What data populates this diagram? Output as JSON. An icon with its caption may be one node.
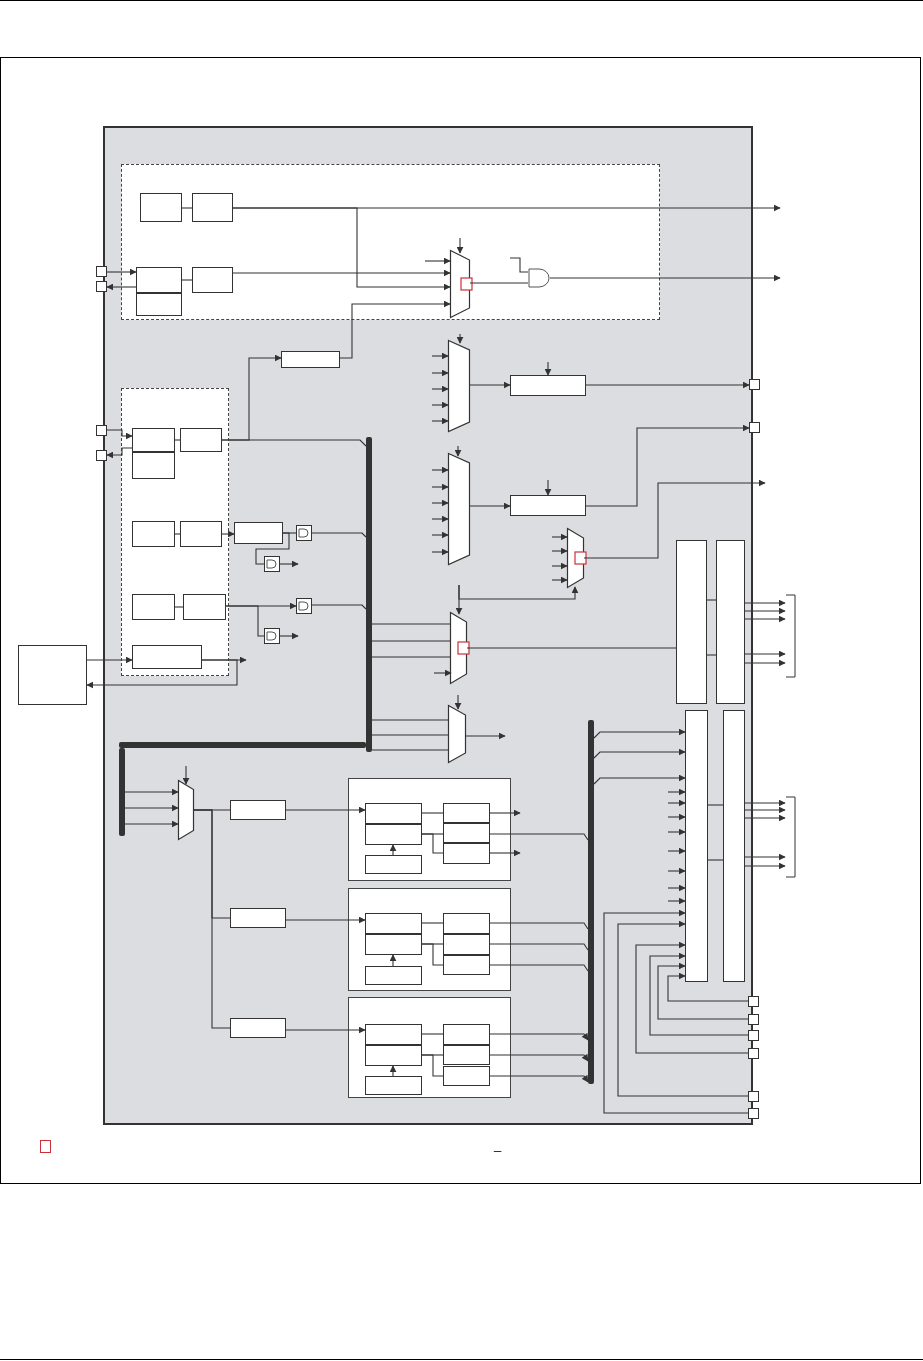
{
  "diagram": {
    "nodes": [
      {
        "text": [],
        "shape": "box"
      },
      {
        "text": [],
        "shape": "box",
        "in": 0
      },
      {
        "text": [],
        "shape": "box",
        "in": 1
      },
      {
        "text": [],
        "shape": "box",
        "in": 1
      },
      {
        "text": [],
        "shape": "box",
        "in": 1
      },
      {
        "text": [],
        "shape": "box",
        "in": 1
      },
      {
        "text": [],
        "shape": "box",
        "in": 1
      },
      {
        "text": [],
        "shape": "trapezoid",
        "in": 1
      },
      {
        "text": [],
        "shape": "gate",
        "in": 1
      },
      {
        "text": [],
        "shape": "box"
      },
      {
        "text": [],
        "shape": "box"
      },
      {
        "text": [],
        "shape": "box",
        "in": 0
      },
      {
        "text": [],
        "shape": "box",
        "in": 0
      },
      {
        "text": [],
        "shape": "box",
        "in": 12
      },
      {
        "text": [],
        "shape": "box",
        "in": 12
      },
      {
        "text": [],
        "shape": "box",
        "in": 12
      },
      {
        "text": [],
        "shape": "box",
        "in": 12
      },
      {
        "text": [],
        "shape": "box",
        "in": 12
      },
      {
        "text": [],
        "shape": "box",
        "in": 12
      },
      {
        "text": [],
        "shape": "box",
        "in": 12
      },
      {
        "text": [],
        "shape": "box",
        "in": 12
      },
      {
        "text": [],
        "shape": "box"
      },
      {
        "text": [],
        "shape": "box"
      },
      {
        "text": [],
        "shape": "box"
      },
      {
        "text": [],
        "shape": "box",
        "in": 0
      },
      {
        "text": [],
        "shape": "gate",
        "in": 0
      },
      {
        "text": [],
        "shape": "gate",
        "in": 0
      },
      {
        "text": [],
        "shape": "gate",
        "in": 0
      },
      {
        "text": [],
        "shape": "gate",
        "in": 0
      },
      {
        "text": [],
        "shape": "trapezoid",
        "in": 0
      },
      {
        "text": [],
        "shape": "box",
        "in": 0
      },
      {
        "text": [],
        "shape": "trapezoid",
        "in": 0
      },
      {
        "text": [],
        "shape": "box",
        "in": 0
      },
      {
        "text": [],
        "shape": "trapezoid",
        "in": 0
      },
      {
        "text": [],
        "shape": "trapezoid",
        "in": 0
      },
      {
        "text": [],
        "shape": "trapezoid",
        "in": 0
      },
      {
        "text": [],
        "shape": "box",
        "in": 0
      },
      {
        "text": [],
        "shape": "box",
        "in": 0
      },
      {
        "text": [],
        "shape": "box",
        "in": 0
      },
      {
        "text": [],
        "shape": "box",
        "in": 0
      },
      {
        "text": [],
        "shape": "box"
      },
      {
        "text": [],
        "shape": "box"
      },
      {
        "text": [],
        "shape": "trapezoid",
        "in": 0
      },
      {
        "text": [],
        "shape": "box",
        "in": 0
      },
      {
        "text": [],
        "shape": "box",
        "in": 0
      },
      {
        "text": [],
        "shape": "box",
        "in": 0
      },
      {
        "text": [],
        "shape": "box",
        "in": 0
      },
      {
        "text": [],
        "shape": "box",
        "in": 46
      },
      {
        "text": [],
        "shape": "box",
        "in": 46
      },
      {
        "text": [],
        "shape": "box",
        "in": 46
      },
      {
        "text": [],
        "shape": "box",
        "in": 46
      },
      {
        "text": [],
        "shape": "box",
        "in": 46
      },
      {
        "text": [],
        "shape": "box",
        "in": 46
      },
      {
        "text": [],
        "shape": "box",
        "in": 0
      },
      {
        "text": [],
        "shape": "box",
        "in": 53
      },
      {
        "text": [],
        "shape": "box",
        "in": 53
      },
      {
        "text": [],
        "shape": "box",
        "in": 53
      },
      {
        "text": [],
        "shape": "box",
        "in": 53
      },
      {
        "text": [],
        "shape": "box",
        "in": 53
      },
      {
        "text": [],
        "shape": "box",
        "in": 53
      },
      {
        "text": [],
        "shape": "box",
        "in": 0
      },
      {
        "text": [],
        "shape": "box",
        "in": 60
      },
      {
        "text": [],
        "shape": "box",
        "in": 60
      },
      {
        "text": [],
        "shape": "box",
        "in": 60
      },
      {
        "text": [],
        "shape": "box",
        "in": 60
      },
      {
        "text": [],
        "shape": "box",
        "in": 60
      },
      {
        "text": [],
        "shape": "box",
        "in": 60
      },
      {
        "text": [],
        "shape": "box"
      },
      {
        "text": [],
        "shape": "box"
      },
      {
        "text": [],
        "shape": "box"
      },
      {
        "text": [],
        "shape": "box"
      },
      {
        "text": [],
        "shape": "box"
      },
      {
        "text": [],
        "shape": "box"
      },
      {
        "text": [],
        "shape": "bar",
        "in": 0
      },
      {
        "text": [],
        "shape": "bar",
        "in": 0
      },
      {
        "text": [],
        "shape": "bar",
        "in": 0
      },
      {
        "text": [],
        "shape": "bar",
        "in": 0
      }
    ],
    "edges": [
      {
        "from": 2,
        "to": 3,
        "arrow": "none"
      },
      {
        "from": 3,
        "to": null,
        "arrow": "to"
      },
      {
        "from": 3,
        "to": 7,
        "arrow": "to"
      },
      {
        "from": 9,
        "to": 4,
        "arrow": "to"
      },
      {
        "from": 4,
        "to": 10,
        "arrow": "to"
      },
      {
        "from": 4,
        "to": 6,
        "arrow": "none"
      },
      {
        "from": 6,
        "to": 7,
        "arrow": "to"
      },
      {
        "from": null,
        "to": 7,
        "arrow": "to"
      },
      {
        "from": 11,
        "to": 7,
        "arrow": "to"
      },
      {
        "from": null,
        "to": 7,
        "arrow": "to"
      },
      {
        "from": 7,
        "to": 8,
        "arrow": "none"
      },
      {
        "from": null,
        "to": 8,
        "arrow": "none"
      },
      {
        "from": 8,
        "to": null,
        "arrow": "to"
      },
      {
        "from": 15,
        "to": 11,
        "arrow": "to"
      },
      {
        "from": 21,
        "to": 13,
        "arrow": "to"
      },
      {
        "from": 13,
        "to": 22,
        "arrow": "to"
      },
      {
        "from": 13,
        "to": 15,
        "arrow": "none"
      },
      {
        "from": 15,
        "to": 73,
        "arrow": "none"
      },
      {
        "from": 16,
        "to": 17,
        "arrow": "none"
      },
      {
        "from": 17,
        "to": 24,
        "arrow": "to"
      },
      {
        "from": 24,
        "to": 25,
        "arrow": "none"
      },
      {
        "from": 24,
        "to": 26,
        "arrow": "none"
      },
      {
        "from": 25,
        "to": 73,
        "arrow": "none"
      },
      {
        "from": 26,
        "to": null,
        "arrow": "to"
      },
      {
        "from": 18,
        "to": 19,
        "arrow": "none"
      },
      {
        "from": 19,
        "to": 27,
        "arrow": "to"
      },
      {
        "from": 19,
        "to": 28,
        "arrow": "none"
      },
      {
        "from": 27,
        "to": 73,
        "arrow": "none"
      },
      {
        "from": 28,
        "to": null,
        "arrow": "to"
      },
      {
        "from": 23,
        "to": 20,
        "arrow": "to"
      },
      {
        "from": 20,
        "to": null,
        "arrow": "to"
      },
      {
        "from": 20,
        "to": 23,
        "arrow": "to"
      },
      {
        "from": null,
        "to": 29,
        "arrow": "to"
      },
      {
        "from": null,
        "to": 29,
        "arrow": "to"
      },
      {
        "from": null,
        "to": 29,
        "arrow": "to"
      },
      {
        "from": null,
        "to": 29,
        "arrow": "to"
      },
      {
        "from": null,
        "to": 29,
        "arrow": "to"
      },
      {
        "from": null,
        "to": 29,
        "arrow": "to"
      },
      {
        "from": 29,
        "to": 30,
        "arrow": "to"
      },
      {
        "from": null,
        "to": 30,
        "arrow": "to"
      },
      {
        "from": 30,
        "to": 40,
        "arrow": "to"
      },
      {
        "from": null,
        "to": 31,
        "arrow": "to"
      },
      {
        "from": null,
        "to": 31,
        "arrow": "to"
      },
      {
        "from": null,
        "to": 31,
        "arrow": "to"
      },
      {
        "from": null,
        "to": 31,
        "arrow": "to"
      },
      {
        "from": null,
        "to": 31,
        "arrow": "to"
      },
      {
        "from": null,
        "to": 31,
        "arrow": "to"
      },
      {
        "from": null,
        "to": 31,
        "arrow": "to"
      },
      {
        "from": 31,
        "to": 32,
        "arrow": "to"
      },
      {
        "from": null,
        "to": 32,
        "arrow": "to"
      },
      {
        "from": 32,
        "to": 41,
        "arrow": "to"
      },
      {
        "from": null,
        "to": 33,
        "arrow": "to"
      },
      {
        "from": null,
        "to": 33,
        "arrow": "to"
      },
      {
        "from": null,
        "to": 33,
        "arrow": "to"
      },
      {
        "from": null,
        "to": 33,
        "arrow": "to"
      },
      {
        "from": 33,
        "to": null,
        "arrow": "to"
      },
      {
        "from": null,
        "to": 34,
        "arrow": "to"
      },
      {
        "from": null,
        "to": 33,
        "arrow": "to"
      },
      {
        "from": 73,
        "to": 34,
        "arrow": "none"
      },
      {
        "from": 73,
        "to": 34,
        "arrow": "none"
      },
      {
        "from": 73,
        "to": 34,
        "arrow": "none"
      },
      {
        "from": null,
        "to": 34,
        "arrow": "to"
      },
      {
        "from": 34,
        "to": 36,
        "arrow": "none"
      },
      {
        "from": 36,
        "to": 37,
        "arrow": "none"
      },
      {
        "from": 36,
        "to": 37,
        "arrow": "none"
      },
      {
        "from": 37,
        "to": null,
        "arrow": "to"
      },
      {
        "from": 37,
        "to": null,
        "arrow": "to"
      },
      {
        "from": 37,
        "to": null,
        "arrow": "to"
      },
      {
        "from": 37,
        "to": null,
        "arrow": "to"
      },
      {
        "from": 37,
        "to": null,
        "arrow": "to"
      },
      {
        "from": null,
        "to": 35,
        "arrow": "to"
      },
      {
        "from": 73,
        "to": 35,
        "arrow": "none"
      },
      {
        "from": 73,
        "to": 35,
        "arrow": "none"
      },
      {
        "from": 73,
        "to": 35,
        "arrow": "none"
      },
      {
        "from": 35,
        "to": null,
        "arrow": "to"
      },
      {
        "from": null,
        "to": 42,
        "arrow": "to"
      },
      {
        "from": 76,
        "to": 42,
        "arrow": "to"
      },
      {
        "from": 76,
        "to": 42,
        "arrow": "to"
      },
      {
        "from": 76,
        "to": 42,
        "arrow": "to"
      },
      {
        "from": 42,
        "to": 43,
        "arrow": "none"
      },
      {
        "from": 42,
        "to": 44,
        "arrow": "none"
      },
      {
        "from": 42,
        "to": 45,
        "arrow": "none"
      },
      {
        "from": 43,
        "to": 47,
        "arrow": "to"
      },
      {
        "from": 44,
        "to": 54,
        "arrow": "to"
      },
      {
        "from": 45,
        "to": 61,
        "arrow": "to"
      },
      {
        "from": 47,
        "to": 50,
        "arrow": "none"
      },
      {
        "from": 48,
        "to": 51,
        "arrow": "none"
      },
      {
        "from": 48,
        "to": 52,
        "arrow": "none"
      },
      {
        "from": 49,
        "to": 48,
        "arrow": "to"
      },
      {
        "from": 50,
        "to": null,
        "arrow": "to"
      },
      {
        "from": 51,
        "to": 74,
        "arrow": "none"
      },
      {
        "from": 52,
        "to": null,
        "arrow": "to"
      },
      {
        "from": 54,
        "to": 57,
        "arrow": "none"
      },
      {
        "from": 55,
        "to": 58,
        "arrow": "none"
      },
      {
        "from": 55,
        "to": 59,
        "arrow": "none"
      },
      {
        "from": 56,
        "to": 55,
        "arrow": "to"
      },
      {
        "from": 57,
        "to": 74,
        "arrow": "none"
      },
      {
        "from": 58,
        "to": 74,
        "arrow": "none"
      },
      {
        "from": 59,
        "to": 74,
        "arrow": "none"
      },
      {
        "from": 61,
        "to": 64,
        "arrow": "none"
      },
      {
        "from": 62,
        "to": 65,
        "arrow": "none"
      },
      {
        "from": 62,
        "to": 66,
        "arrow": "none"
      },
      {
        "from": 63,
        "to": 62,
        "arrow": "to"
      },
      {
        "from": 64,
        "to": 74,
        "arrow": "to"
      },
      {
        "from": 65,
        "to": 74,
        "arrow": "to"
      },
      {
        "from": 66,
        "to": 74,
        "arrow": "to"
      },
      {
        "from": 74,
        "to": 38,
        "arrow": "to"
      },
      {
        "from": 74,
        "to": 38,
        "arrow": "to"
      },
      {
        "from": 74,
        "to": 38,
        "arrow": "to"
      },
      {
        "from": null,
        "to": 38,
        "arrow": "to"
      },
      {
        "from": null,
        "to": 38,
        "arrow": "to"
      },
      {
        "from": null,
        "to": 38,
        "arrow": "to"
      },
      {
        "from": null,
        "to": 38,
        "arrow": "to"
      },
      {
        "from": null,
        "to": 38,
        "arrow": "to"
      },
      {
        "from": null,
        "to": 38,
        "arrow": "to"
      },
      {
        "from": null,
        "to": 38,
        "arrow": "to"
      },
      {
        "from": null,
        "to": 38,
        "arrow": "to"
      },
      {
        "from": 67,
        "to": 38,
        "arrow": "to"
      },
      {
        "from": 68,
        "to": 38,
        "arrow": "to"
      },
      {
        "from": 69,
        "to": 38,
        "arrow": "to"
      },
      {
        "from": 70,
        "to": 38,
        "arrow": "to"
      },
      {
        "from": 71,
        "to": 38,
        "arrow": "to"
      },
      {
        "from": 72,
        "to": 38,
        "arrow": "to"
      },
      {
        "from": 38,
        "to": 39,
        "arrow": "none"
      },
      {
        "from": 38,
        "to": 39,
        "arrow": "none"
      },
      {
        "from": 39,
        "to": null,
        "arrow": "to"
      },
      {
        "from": 39,
        "to": null,
        "arrow": "to"
      },
      {
        "from": 39,
        "to": null,
        "arrow": "to"
      },
      {
        "from": 39,
        "to": null,
        "arrow": "to"
      },
      {
        "from": 39,
        "to": null,
        "arrow": "to"
      }
    ],
    "labels": [
      "_"
    ]
  }
}
